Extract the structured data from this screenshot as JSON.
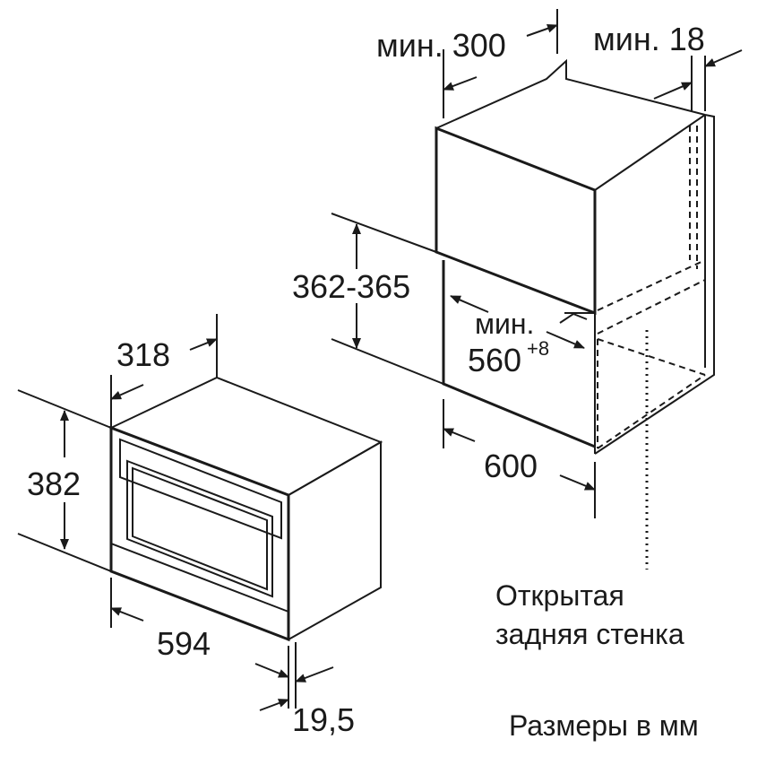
{
  "dimensions": {
    "appliance_depth": "318",
    "appliance_height": "382",
    "appliance_width": "594",
    "panel_thickness": "19,5",
    "min_top_depth": "мин. 300",
    "min_side": "мин. 18",
    "niche_height": "362-365",
    "niche_depth_label": "мин.",
    "niche_depth_value": "560",
    "niche_depth_tolerance": "+8",
    "niche_width": "600"
  },
  "notes": {
    "open_back_line1": "Открытая",
    "open_back_line2": "задняя стенка",
    "units": "Размеры в мм"
  }
}
